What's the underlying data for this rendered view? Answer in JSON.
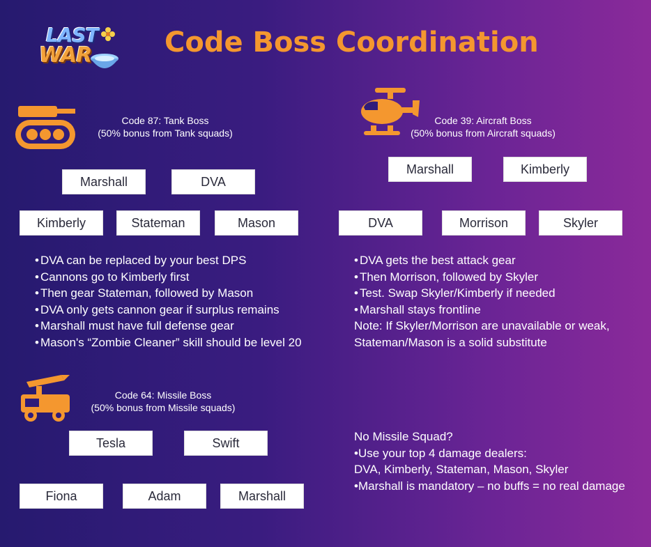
{
  "logo": {
    "line1": "LAST",
    "line2": "WAR"
  },
  "title": "Code Boss Coordination",
  "colors": {
    "accent": "#f4972f",
    "button_bg": "#ffffff",
    "text": "#ffffff"
  },
  "tank": {
    "icon": "tank-icon",
    "heading": "Code 87: Tank Boss",
    "subheading": "(50% bonus from Tank squads)",
    "row1": [
      "Marshall",
      "DVA"
    ],
    "row2": [
      "Kimberly",
      "Stateman",
      "Mason"
    ],
    "bullets": [
      "DVA can be replaced by your best DPS",
      "Cannons go to Kimberly first",
      "Then gear Stateman, followed by Mason",
      "DVA only gets cannon gear if surplus remains",
      "Marshall must have full defense gear",
      "Mason's “Zombie Cleaner” skill should be level 20"
    ]
  },
  "aircraft": {
    "icon": "helicopter-icon",
    "heading": "Code 39: Aircraft Boss",
    "subheading": "(50% bonus from Aircraft squads)",
    "row1": [
      "Marshall",
      "Kimberly"
    ],
    "row2": [
      "DVA",
      "Morrison",
      "Skyler"
    ],
    "bullets": [
      "DVA gets the best attack gear",
      "Then Morrison, followed by Skyler",
      "Test. Swap Skyler/Kimberly if needed",
      "Marshall stays frontline"
    ],
    "note_line1": "Note: If Skyler/Morrison are unavailable or weak,",
    "note_line2": "Stateman/Mason is a solid substitute"
  },
  "missile": {
    "icon": "missile-truck-icon",
    "heading": "Code 64: Missile Boss",
    "subheading": "(50% bonus from Missile squads)",
    "row1": [
      "Tesla",
      "Swift"
    ],
    "row2": [
      "Fiona",
      "Adam",
      "Marshall"
    ]
  },
  "no_missile": {
    "line1": "No Missile Squad?",
    "line2": "•Use your top 4 damage dealers:",
    "line3": "DVA, Kimberly, Stateman, Mason, Skyler",
    "line4": "•Marshall is mandatory – no buffs = no real damage"
  }
}
